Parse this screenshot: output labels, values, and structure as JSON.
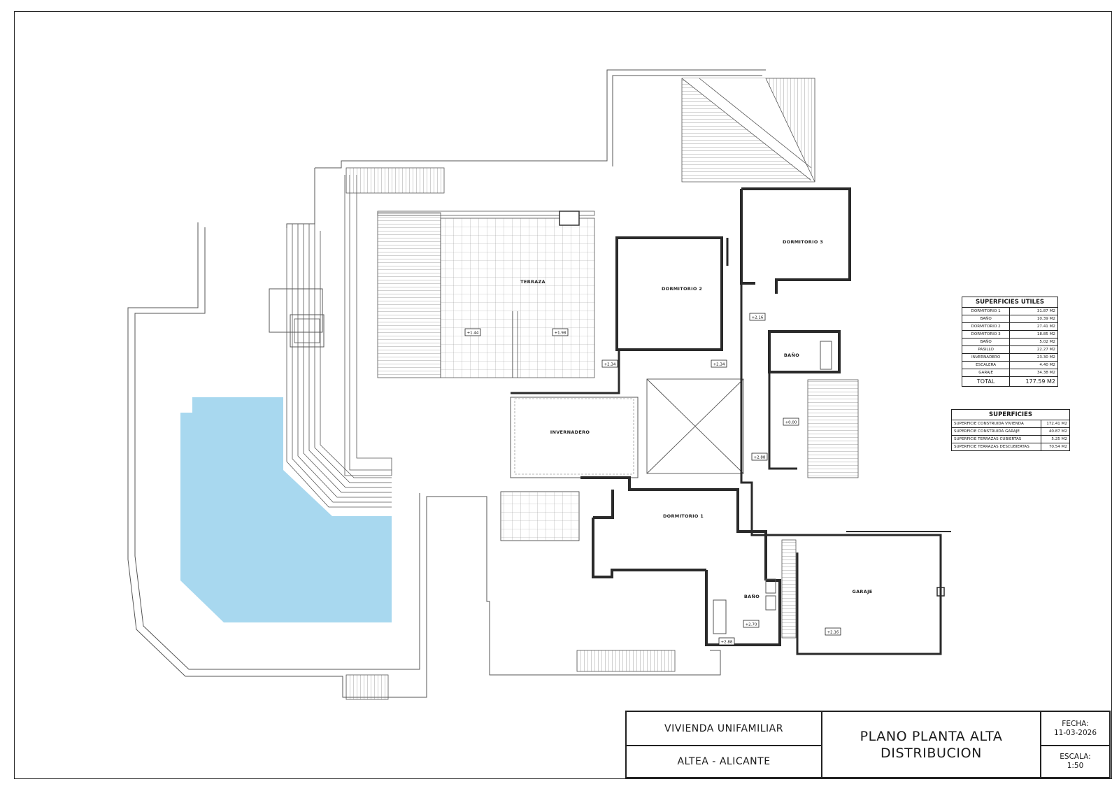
{
  "rooms": {
    "terraza": "TERRAZA",
    "dormitorio2": "DORMITORIO 2",
    "dormitorio3": "DORMITORIO 3",
    "invernadero": "INVERNADERO",
    "dormitorio1": "DORMITORIO 1",
    "bano_upper": "BAÑO",
    "bano_lower": "BAÑO",
    "garaje": "GARAJE"
  },
  "levels": {
    "t1": "+1.44",
    "t2": "+1.98",
    "d2": "+2.16",
    "w1": "+2.34",
    "w2": "+2.34",
    "s1": "+0.00",
    "s2": "+2.88",
    "b1": "+2.70",
    "b2": "+2.88",
    "g1": "+2.16"
  },
  "superficies_utiles": {
    "title": "SUPERFICIES UTILES",
    "rows": [
      {
        "name": "DORMITORIO 1",
        "value": "31.87 M2"
      },
      {
        "name": "BAÑO",
        "value": "10.39 M2"
      },
      {
        "name": "DORMITORIO 2",
        "value": "27.41 M2"
      },
      {
        "name": "DORMITORIO 3",
        "value": "18.85 M2"
      },
      {
        "name": "BAÑO",
        "value": "5.02 M2"
      },
      {
        "name": "PASILLO",
        "value": "22.27 M2"
      },
      {
        "name": "INVERNADERO",
        "value": "23.30 M2"
      },
      {
        "name": "ESCALERA",
        "value": "4.40 M2"
      },
      {
        "name": "GARAJE",
        "value": "34.38 M2"
      }
    ],
    "total_label": "TOTAL",
    "total_value": "177.59 M2"
  },
  "superficies": {
    "title": "SUPERFICIES",
    "rows": [
      {
        "name": "SUPERFICIE CONSTRUIDA VIVIENDA",
        "value": "172.41 M2"
      },
      {
        "name": "SUPERFICIE CONSTRUIDA GARAJE",
        "value": "40.87 M2"
      },
      {
        "name": "SUPERFICIE TERRAZAS CUBIERTAS",
        "value": "5.25 M2"
      },
      {
        "name": "SUPERFICIE TERRAZAS DESCUBIERTAS",
        "value": "70.54 M2"
      }
    ]
  },
  "title_block": {
    "project": "VIVIENDA UNIFAMILIAR",
    "location": "ALTEA - ALICANTE",
    "plan_line1": "PLANO PLANTA ALTA",
    "plan_line2": "DISTRIBUCION",
    "fecha_label": "FECHA:",
    "fecha_value": "11-03-2026",
    "escala_label": "ESCALA:",
    "escala_value": "1:50"
  },
  "colors": {
    "pool": "#a8d8ef",
    "wall": "#2a2a2a",
    "line": "#555555"
  }
}
